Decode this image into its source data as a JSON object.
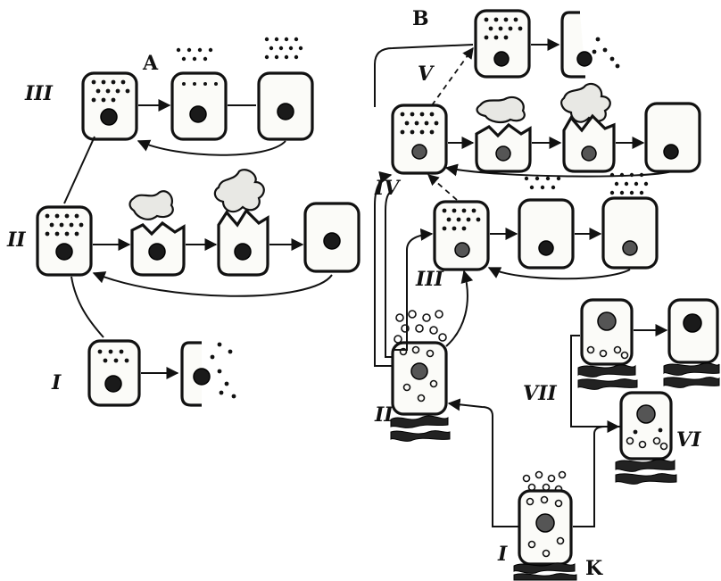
{
  "panels": {
    "A": {
      "caption": "A",
      "rows": [
        {
          "label": "III"
        },
        {
          "label": "II"
        },
        {
          "label": "I"
        }
      ]
    },
    "B": {
      "caption": "B",
      "rows": [
        {
          "label": "V"
        },
        {
          "label": "IV"
        },
        {
          "label": "III"
        },
        {
          "label": "II"
        },
        {
          "label": "VII"
        },
        {
          "label": "VI"
        },
        {
          "label": "I"
        }
      ],
      "marker": "K"
    }
  }
}
